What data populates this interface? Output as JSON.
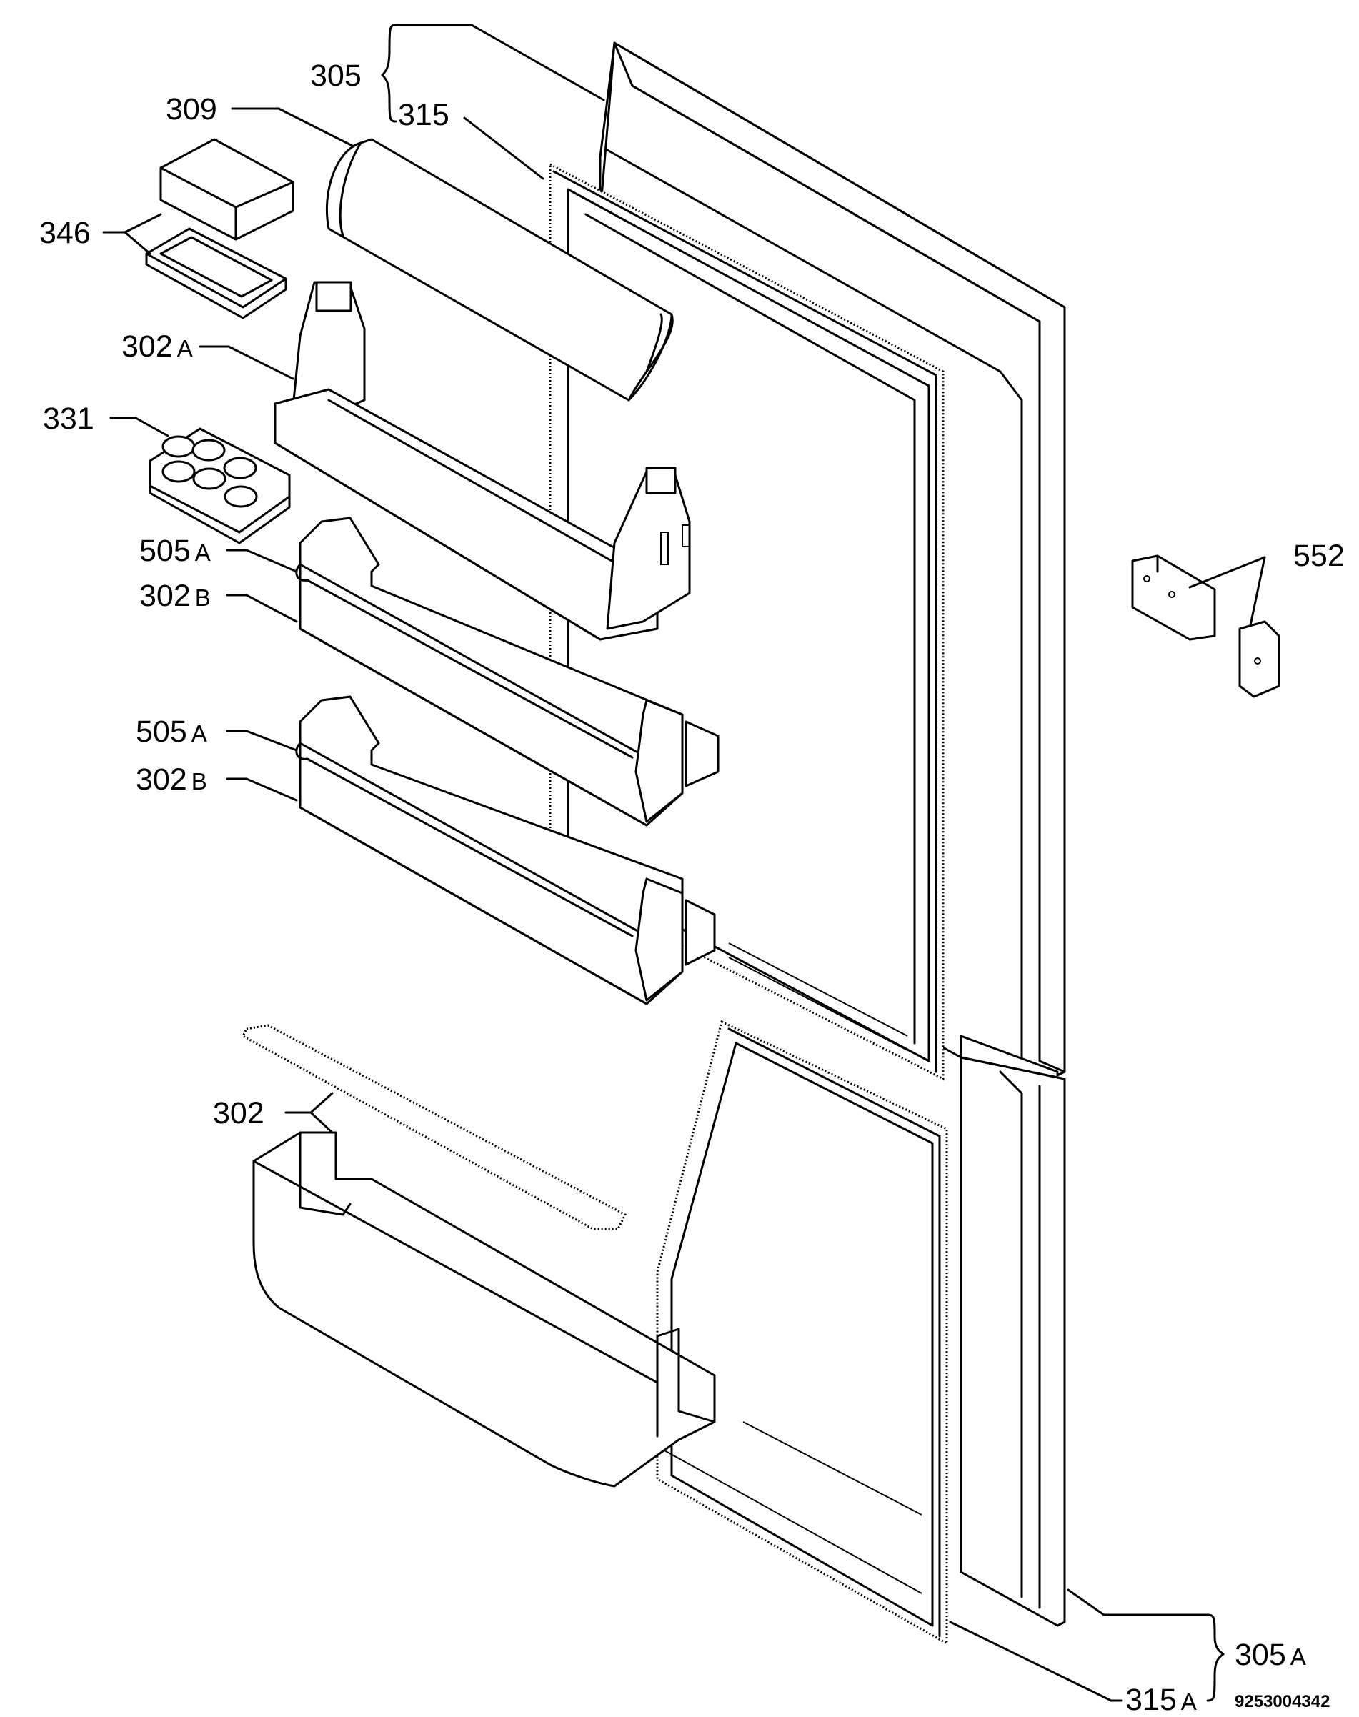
{
  "labels": {
    "l305": {
      "num": "305",
      "sfx": ""
    },
    "l315": {
      "num": "315",
      "sfx": ""
    },
    "l309": {
      "num": "309",
      "sfx": ""
    },
    "l346": {
      "num": "346",
      "sfx": ""
    },
    "l302a": {
      "num": "302",
      "sfx": "A"
    },
    "l331": {
      "num": "331",
      "sfx": ""
    },
    "l505a_1": {
      "num": "505",
      "sfx": "A"
    },
    "l302b_1": {
      "num": "302",
      "sfx": "B"
    },
    "l505a_2": {
      "num": "505",
      "sfx": "A"
    },
    "l302b_2": {
      "num": "302",
      "sfx": "B"
    },
    "l302": {
      "num": "302",
      "sfx": ""
    },
    "l552": {
      "num": "552",
      "sfx": ""
    },
    "l305a": {
      "num": "305",
      "sfx": "A"
    },
    "l315a": {
      "num": "315",
      "sfx": "A"
    }
  },
  "drawing_code": "9253004342"
}
